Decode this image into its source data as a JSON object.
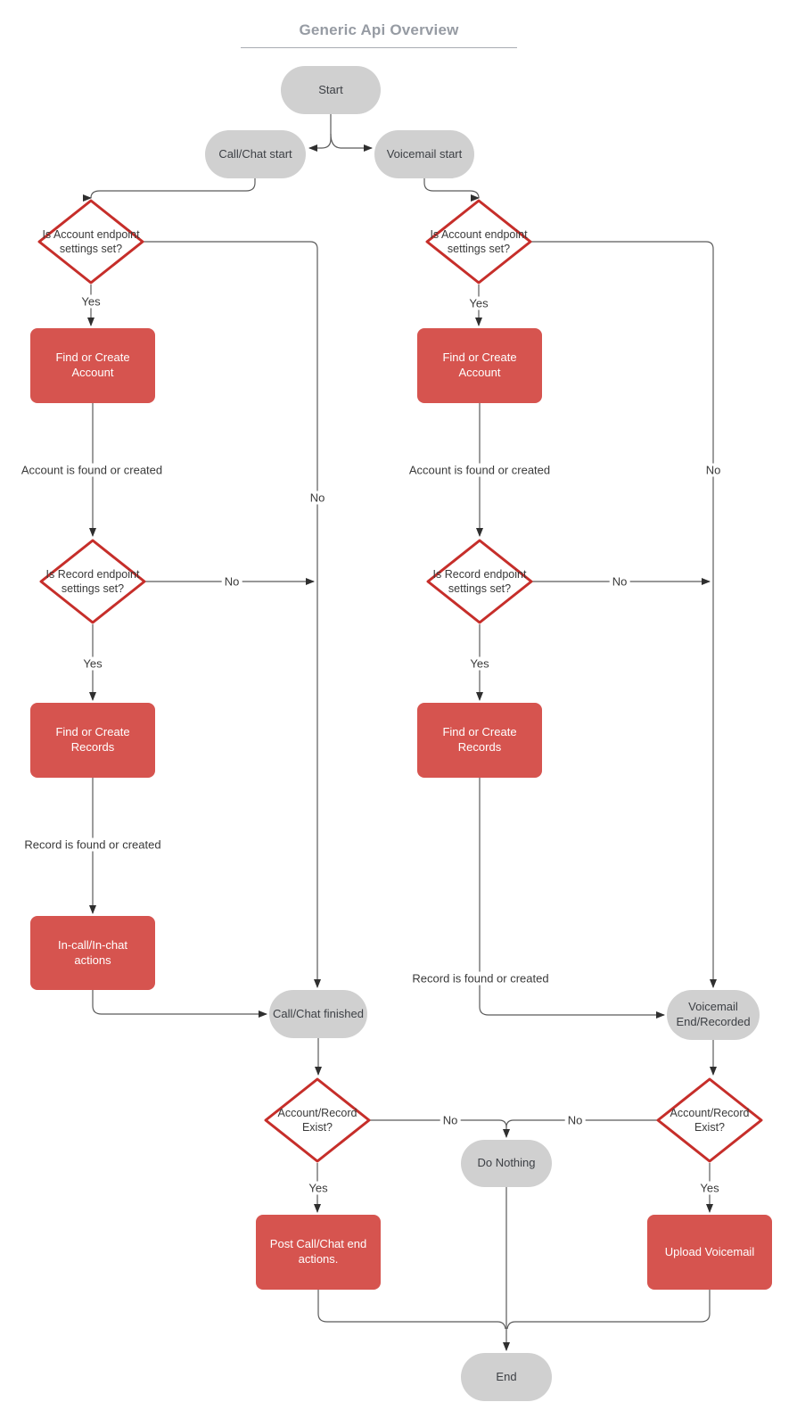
{
  "title": {
    "text": "Generic Api Overview"
  },
  "nodes": {
    "start": "Start",
    "call_chat_start": "Call/Chat start",
    "voicemail_start": "Voicemail start",
    "is_account_left": "Is Account endpoint settings set?",
    "is_account_right": "Is Account endpoint settings set?",
    "find_account_left": "Find or Create Account",
    "find_account_right": "Find or Create Account",
    "is_record_left": "Is Record endpoint settings set?",
    "is_record_right": "Is Record endpoint settings set?",
    "find_records_left": "Find or Create Records",
    "find_records_right": "Find or Create Records",
    "incall_actions": "In-call/In-chat actions",
    "call_chat_finished": "Call/Chat finished",
    "voicemail_end": "Voicemail End/Recorded",
    "exist_left": "Account/Record Exist?",
    "exist_right": "Account/Record Exist?",
    "do_nothing": "Do Nothing",
    "post_call_actions": "Post Call/Chat end actions.",
    "upload_voicemail": "Upload Voicemail",
    "end": "End"
  },
  "edge_labels": {
    "yes_account_left": "Yes",
    "yes_account_right": "Yes",
    "no_account_left": "No",
    "no_account_right": "No",
    "account_found_left": "Account is found or created",
    "account_found_right": "Account is found or created",
    "no_record_left": "No",
    "no_record_right": "No",
    "yes_record_left": "Yes",
    "yes_record_right": "Yes",
    "record_found_left": "Record is found or created",
    "record_found_right": "Record is found or created",
    "no_exist_left": "No",
    "no_exist_right": "No",
    "yes_exist_left": "Yes",
    "yes_exist_right": "Yes"
  },
  "colors": {
    "process_fill": "#d6544f",
    "terminator_fill": "#d0d0d0",
    "decision_border": "#c62e2a",
    "decision_fill": "#ffffff",
    "connector": "#5b5b5b",
    "arrowhead": "#2f2f2f",
    "title_text": "#969ba3",
    "node_text": "#3d4045",
    "process_text": "#ffffff"
  }
}
